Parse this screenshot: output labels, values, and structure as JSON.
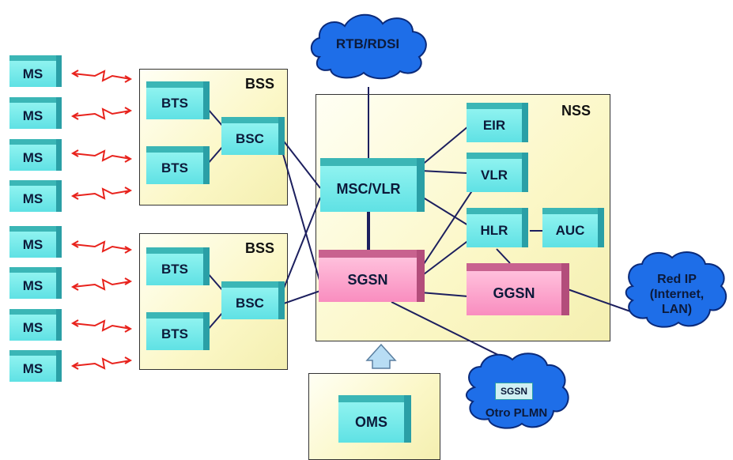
{
  "diagram": {
    "bss_label": "BSS",
    "nss_label": "NSS",
    "ms_label": "MS",
    "bts_label": "BTS",
    "bsc_label": "BSC",
    "msc_vlr_label": "MSC/VLR",
    "sgsn_label": "SGSN",
    "eir_label": "EIR",
    "vlr_label": "VLR",
    "hlr_label": "HLR",
    "auc_label": "AUC",
    "ggsn_label": "GGSN",
    "oms_label": "OMS",
    "rtb_label": "RTB/RDSI",
    "red_ip_label": "Red IP (Internet, LAN)",
    "red_ip_lines": [
      "Red IP",
      "(Internet,",
      "LAN)"
    ],
    "otro_plmn_label": "Otro PLMN",
    "otro_sgsn_label": "SGSN"
  },
  "colors": {
    "node_teal": "#5fe1e4",
    "node_pink": "#f98dbf",
    "cloud": "#1e6ee8",
    "link": "#1c1f5e",
    "radio": "#e8221c",
    "arrow": "#b8ddf4"
  }
}
